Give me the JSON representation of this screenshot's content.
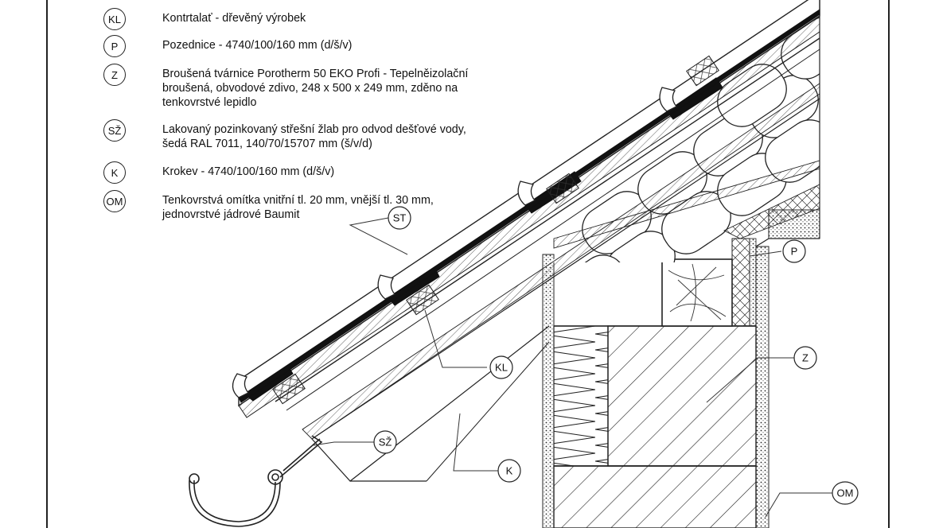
{
  "legend": [
    {
      "symbol": "KL",
      "lines": [
        "Kontrtalať - dřevěný výrobek"
      ]
    },
    {
      "symbol": "P",
      "lines": [
        "Pozednice - 4740/100/160 mm (d/š/v)"
      ]
    },
    {
      "symbol": "Z",
      "lines": [
        "Broušená tvárnice Porotherm 50 EKO Profi - Tepelněizolační",
        "broušená, obvodové zdivo, 248 x 500 x 249 mm, zděno na",
        "tenkovrstvé lepidlo"
      ]
    },
    {
      "symbol": "SŽ",
      "lines": [
        "Lakovaný pozinkovaný střešní žlab pro odvod dešťové vody,",
        "šedá RAL 7011, 140/70/15707 mm (š/v/d)"
      ]
    },
    {
      "symbol": "K",
      "lines": [
        "Krokev - 4740/100/160 mm (d/š/v)"
      ]
    },
    {
      "symbol": "OM",
      "lines": [
        "Tenkovrstvá omítka vnitřní tl. 20 mm, vnější tl. 30 mm,",
        "jednovrstvé jádrové Baumit"
      ]
    }
  ],
  "callouts": {
    "st": "ST",
    "kl": "KL",
    "sz": "SŽ",
    "k": "K",
    "p": "P",
    "z": "Z",
    "om": "OM"
  }
}
